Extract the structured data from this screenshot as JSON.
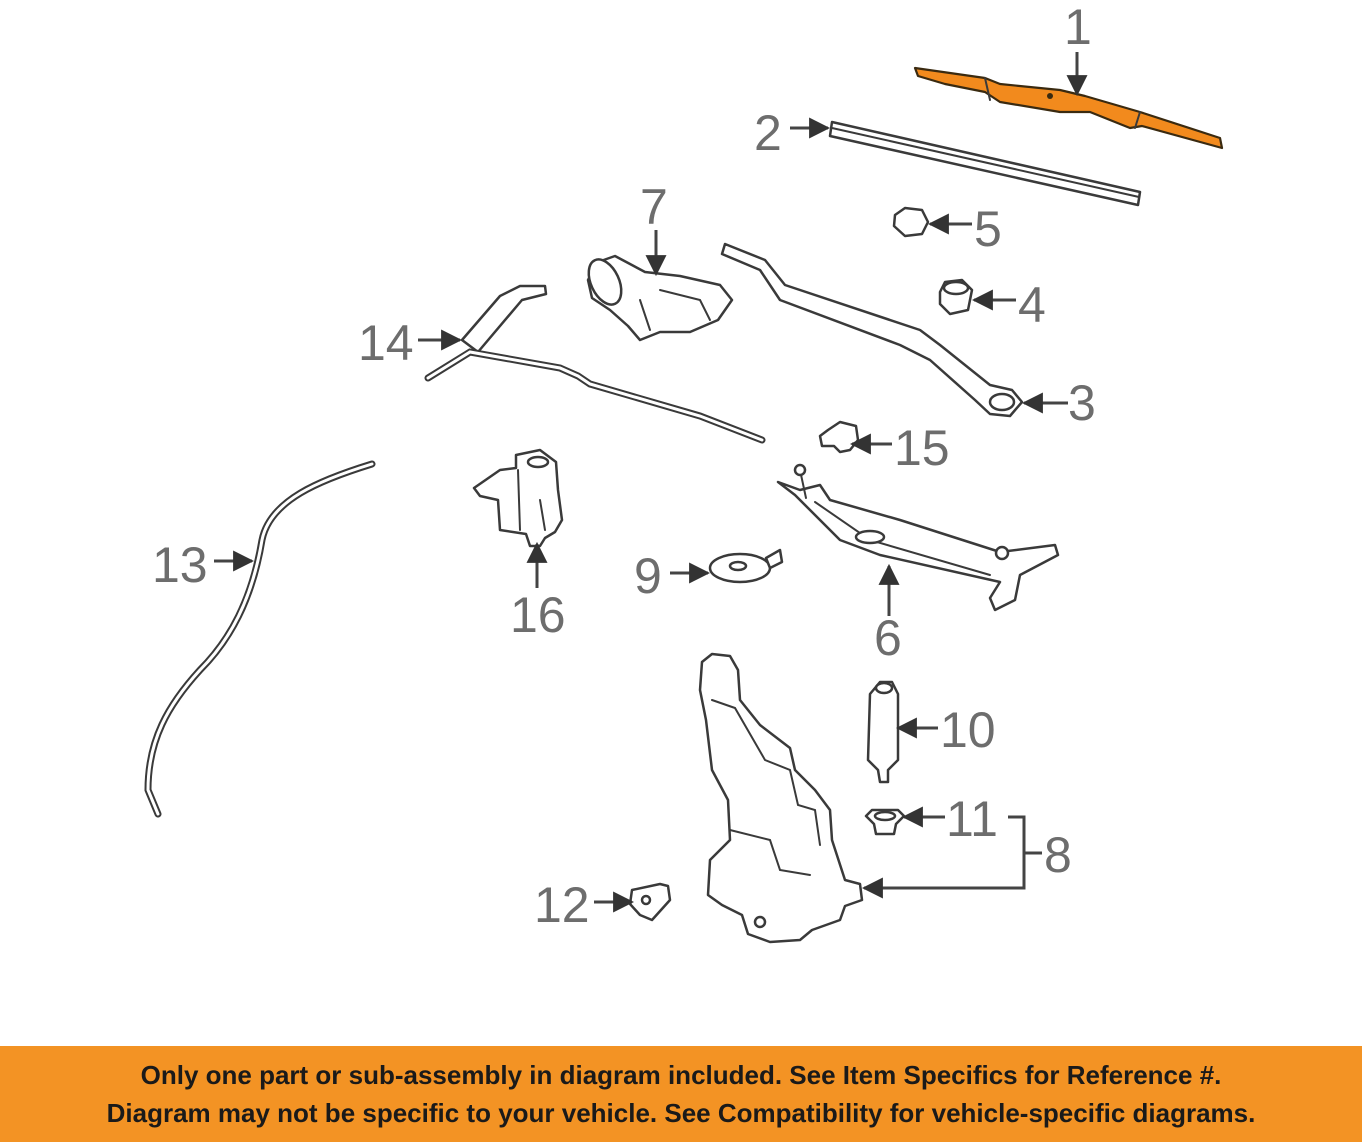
{
  "callouts": {
    "c1": "1",
    "c2": "2",
    "c3": "3",
    "c4": "4",
    "c5": "5",
    "c6": "6",
    "c7": "7",
    "c8": "8",
    "c9": "9",
    "c10": "10",
    "c11": "11",
    "c12": "12",
    "c13": "13",
    "c14": "14",
    "c15": "15",
    "c16": "16"
  },
  "banner": {
    "line1": "Only one part or sub-assembly in diagram included. See Item Specifics for Reference #.",
    "line2": "Diagram may not be specific to your vehicle. See Compatibility for vehicle-specific diagrams."
  },
  "colors": {
    "highlight": "#f28a1d",
    "banner": "#f39324",
    "callout_text": "#6d6d6d"
  }
}
